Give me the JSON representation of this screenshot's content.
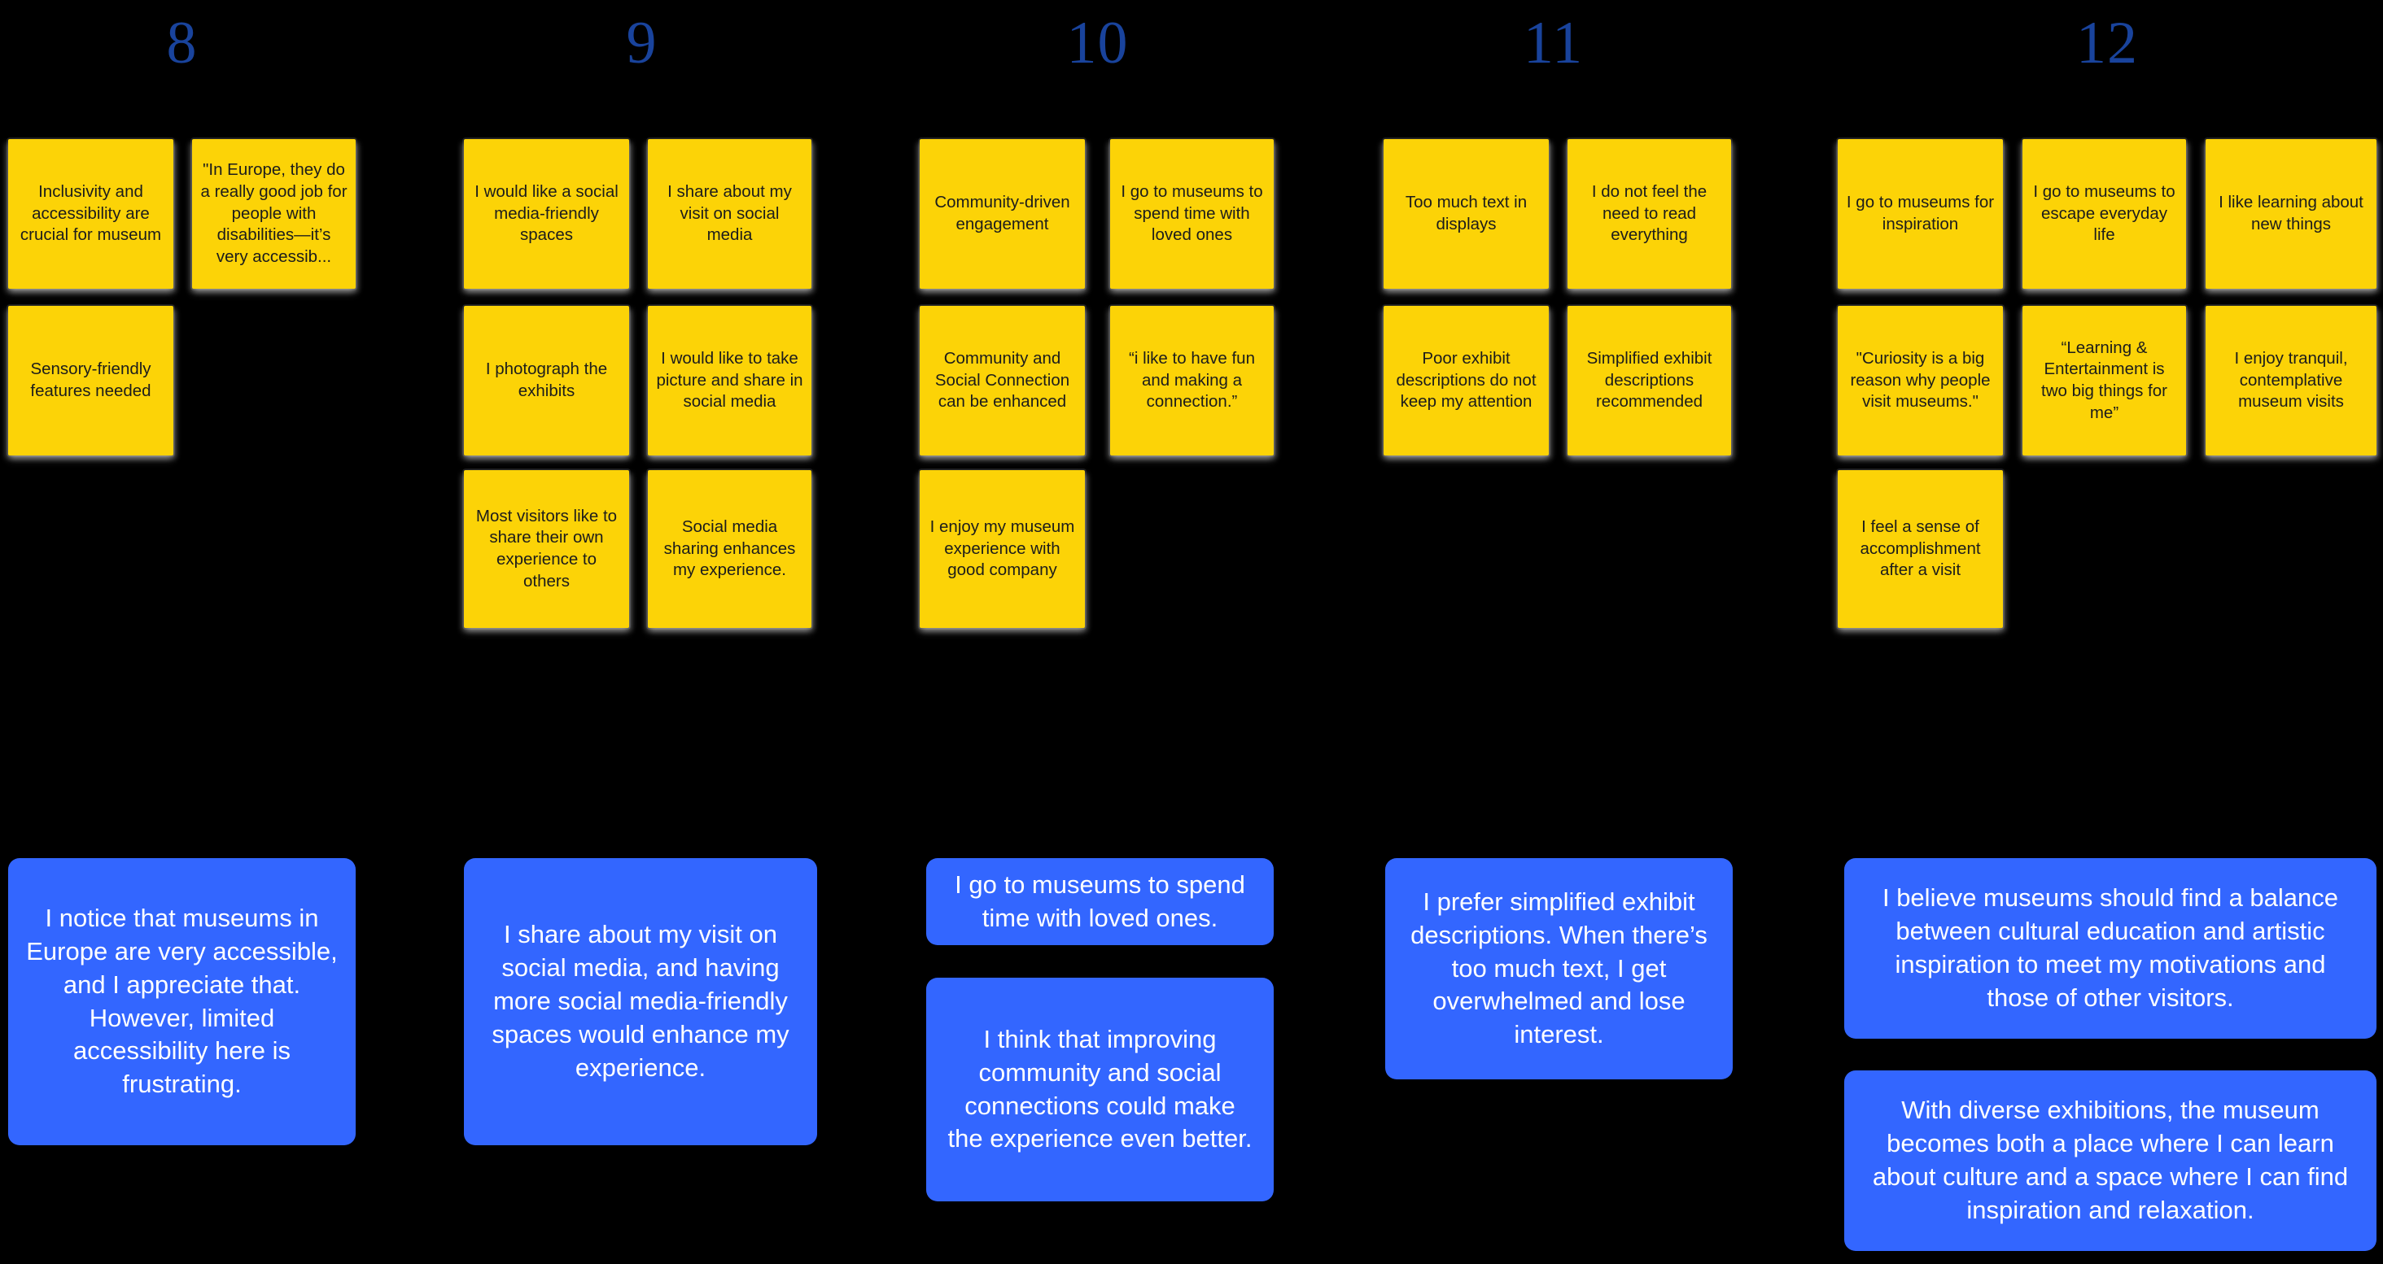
{
  "colors": {
    "background": "#000000",
    "sticky": "#FCD307",
    "sticky_text": "#1c1c1c",
    "insight": "#3366FF",
    "insight_text": "#FFFFFF",
    "header_number": "#19439C"
  },
  "columns": [
    {
      "header": "8",
      "stickies": [
        {
          "text": "Inclusivity and accessibility are crucial for museum"
        },
        {
          "text": "\"In Europe, they do a really good job for people with disabilities—it’s very accessib..."
        },
        {
          "text": "Sensory-friendly features needed"
        }
      ],
      "insights": [
        {
          "text": "I notice that museums in Europe are very accessible, and I appreciate that. However, limited accessibility here is frustrating."
        }
      ]
    },
    {
      "header": "9",
      "stickies": [
        {
          "text": "I would like a social media-friendly spaces"
        },
        {
          "text": "I share about my visit on social media"
        },
        {
          "text": "I photograph the exhibits"
        },
        {
          "text": "I would like to take picture and share in social media"
        },
        {
          "text": "Most visitors like to share their own experience to others"
        },
        {
          "text": "Social media sharing enhances my experience."
        }
      ],
      "insights": [
        {
          "text": "I share about my visit on social media, and having more social media-friendly spaces would enhance my experience."
        }
      ]
    },
    {
      "header": "10",
      "stickies": [
        {
          "text": "Community-driven engagement"
        },
        {
          "text": "I go to museums to spend time with loved ones"
        },
        {
          "text": "Community and Social Connection can be enhanced"
        },
        {
          "text": "“i like to have fun and making a connection.”"
        },
        {
          "text": "I enjoy my museum experience with good company"
        }
      ],
      "insights": [
        {
          "text": "I go to museums to spend time with loved ones."
        },
        {
          "text": "I think that improving community and social connections could make the experience even better."
        }
      ]
    },
    {
      "header": "11",
      "stickies": [
        {
          "text": "Too much text in displays"
        },
        {
          "text": "I do not feel the need to read everything"
        },
        {
          "text": "Poor exhibit descriptions do not keep my attention"
        },
        {
          "text": "Simplified exhibit descriptions recommended"
        }
      ],
      "insights": [
        {
          "text": "I prefer simplified exhibit descriptions. When there’s too much text, I get overwhelmed and lose interest."
        }
      ]
    },
    {
      "header": "12",
      "stickies": [
        {
          "text": "I go to museums for inspiration"
        },
        {
          "text": "I go to museums to escape everyday life"
        },
        {
          "text": "I like learning about new things"
        },
        {
          "text": "\"Curiosity is a big reason why people visit museums.\""
        },
        {
          "text": "“Learning & Entertainment is two big things for me”"
        },
        {
          "text": "I enjoy tranquil, contemplative museum visits"
        },
        {
          "text": "I feel a sense of accomplishment after a visit"
        }
      ],
      "insights": [
        {
          "text": "I believe museums should find a balance between cultural education and artistic inspiration to meet my motivations and those of other visitors."
        },
        {
          "text": "With diverse exhibitions, the museum becomes both a place where I can learn about culture and a space where I can find inspiration and relaxation."
        }
      ]
    }
  ]
}
